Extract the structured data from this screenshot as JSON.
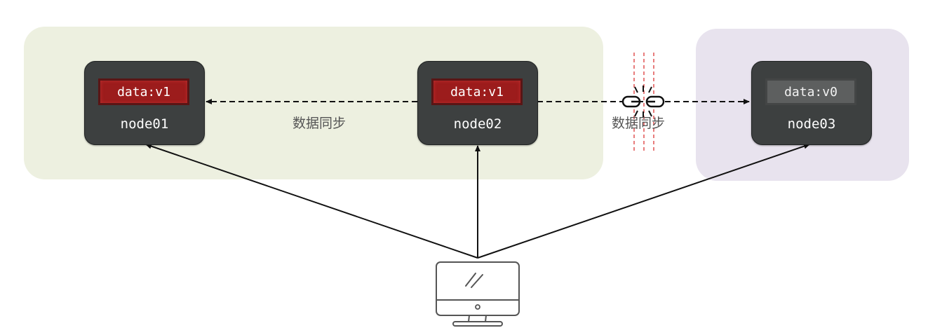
{
  "zones": {
    "left_color": "#edf0e0",
    "right_color": "#e8e3ee"
  },
  "nodes": [
    {
      "name": "node01",
      "data": "data:v1",
      "state": "v1"
    },
    {
      "name": "node02",
      "data": "data:v1",
      "state": "v1"
    },
    {
      "name": "node03",
      "data": "data:v0",
      "state": "v0"
    }
  ],
  "sync_labels": {
    "left": "数据同步",
    "right": "数据同步"
  },
  "icons": {
    "client": "computer-monitor-icon",
    "broken_link": "broken-link-icon"
  },
  "colors": {
    "node_bg": "#3d4040",
    "data_v1": "#9c1c1c",
    "data_v0": "#5d5f5f",
    "partition_line": "#e05050",
    "arrow": "#111111"
  }
}
